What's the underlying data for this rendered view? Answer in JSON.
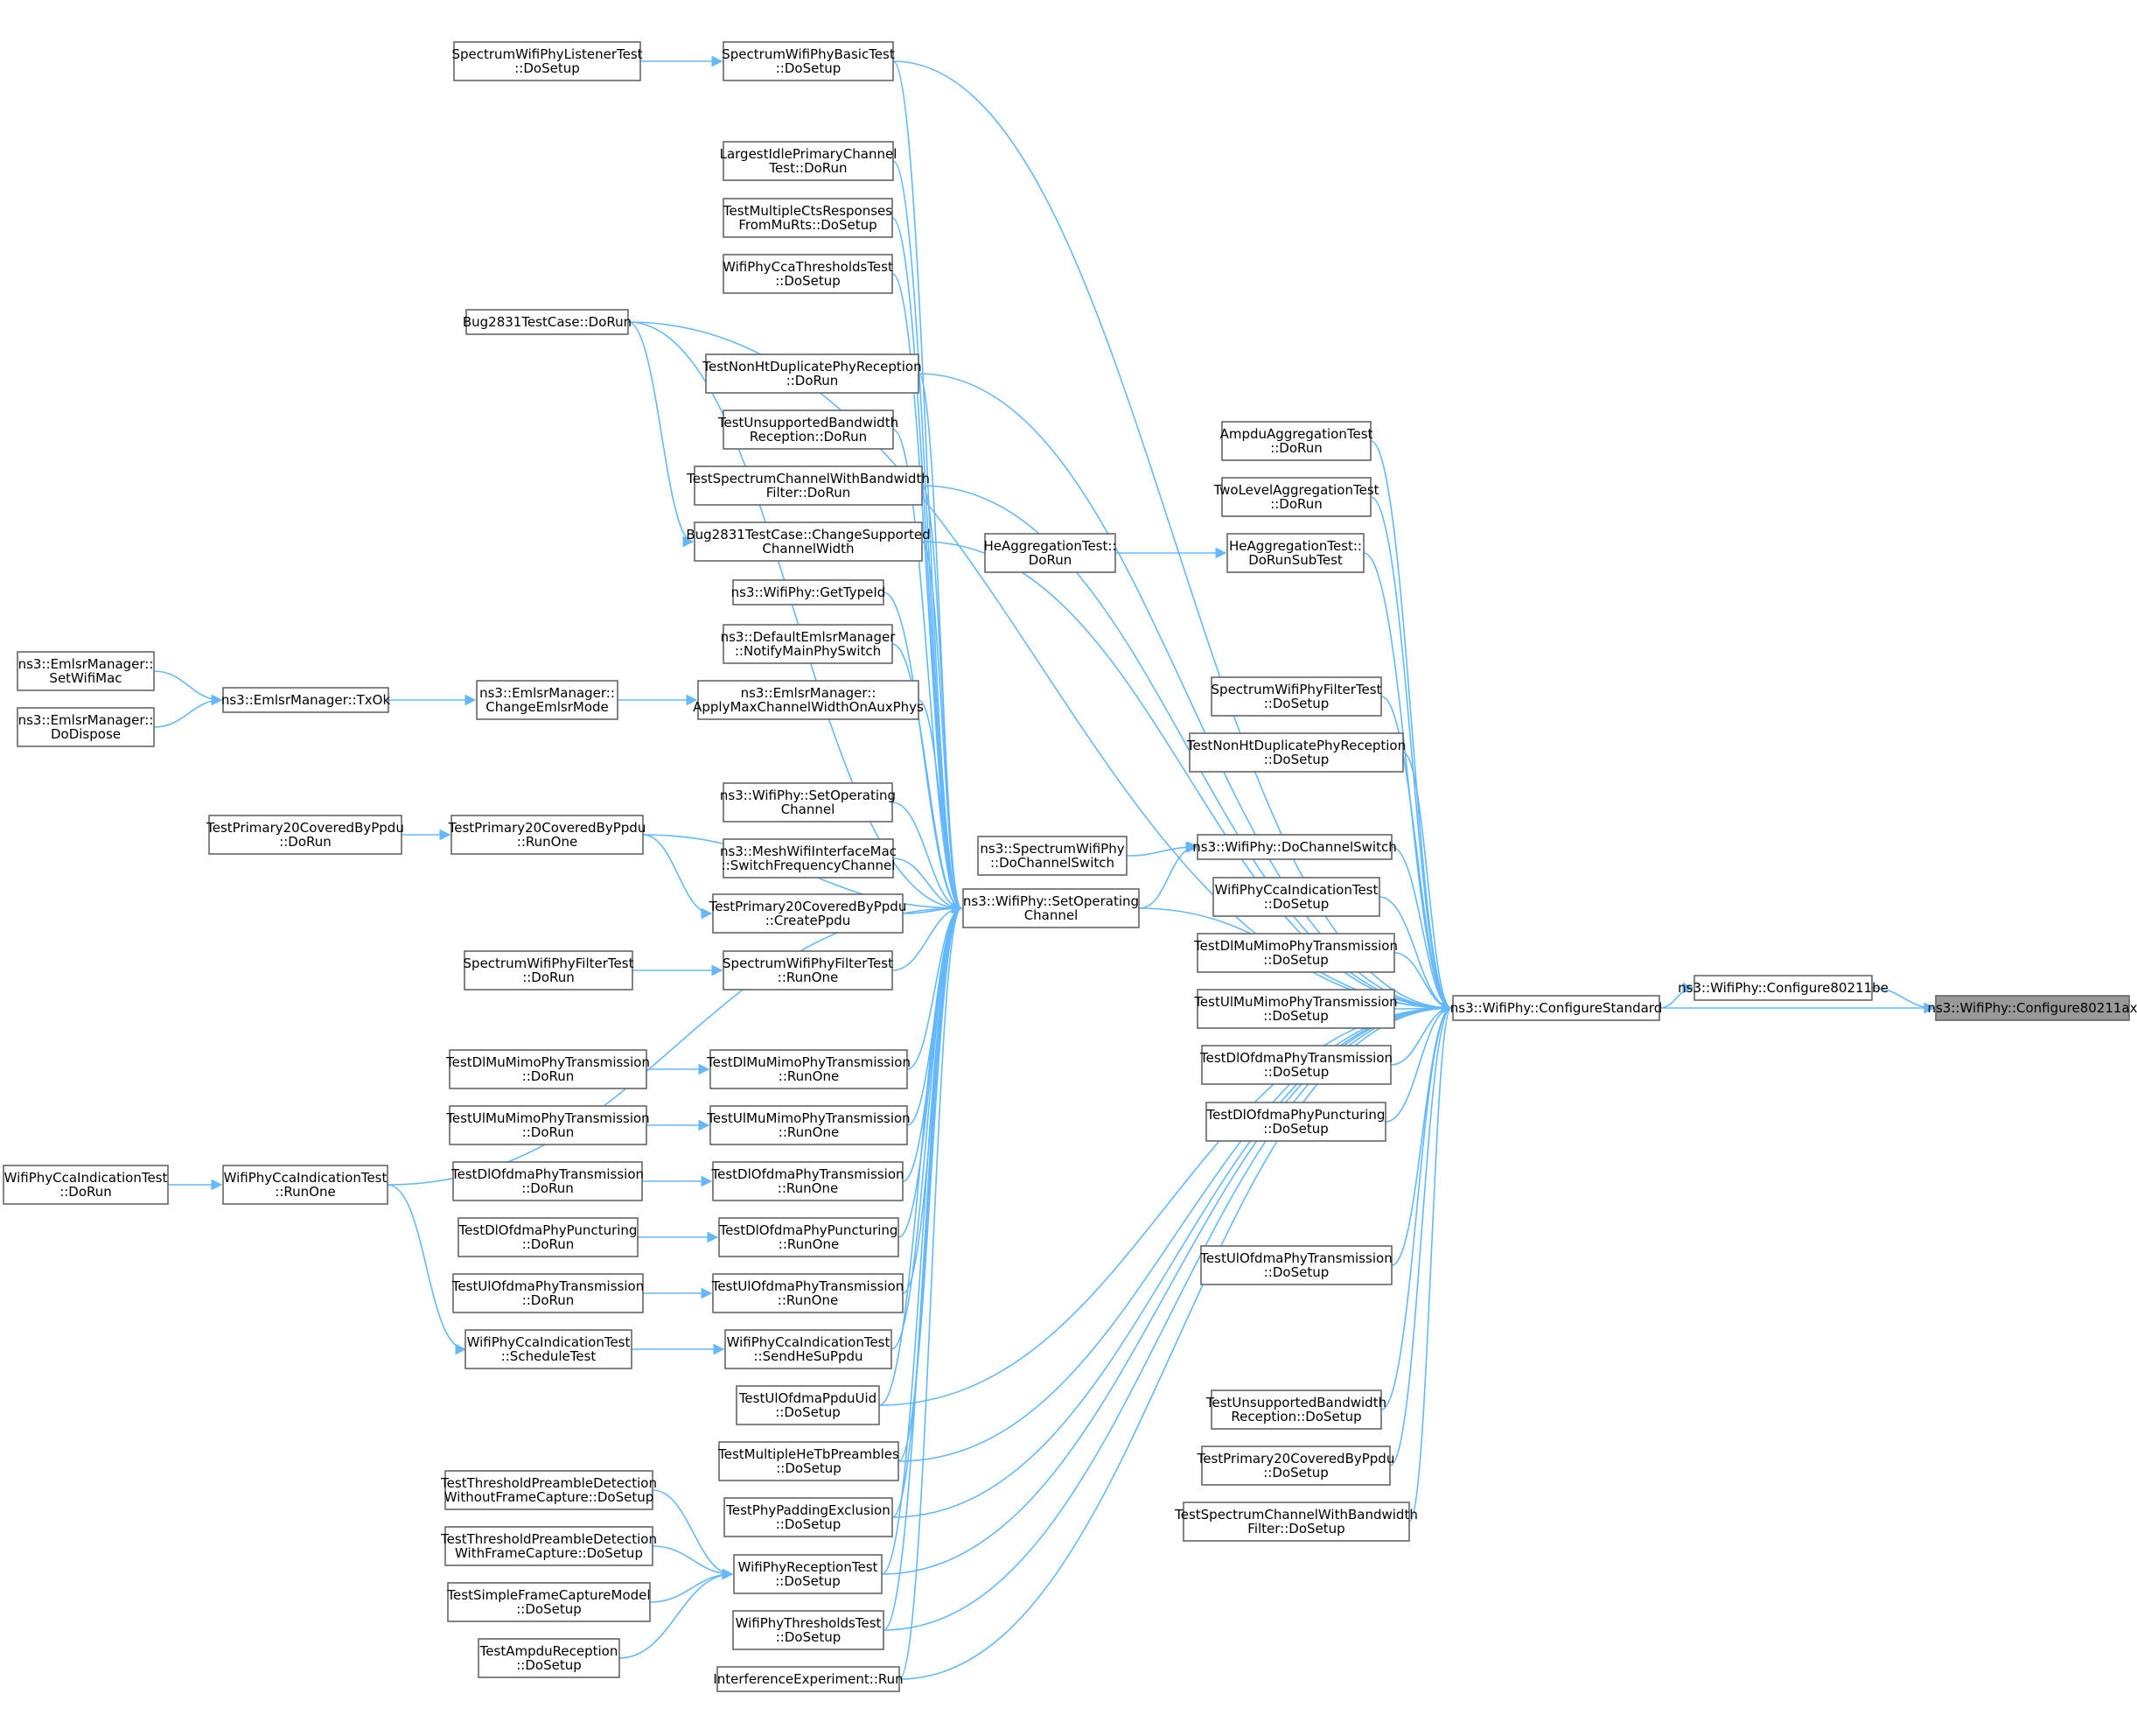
{
  "graph": {
    "root": "n_c11ax",
    "nodes": [
      {
        "id": "n_c11ax",
        "lines": [
          "ns3::WifiPhy::Configure80211ax"
        ],
        "root": true
      },
      {
        "id": "n_c11be",
        "lines": [
          "ns3::WifiPhy::Configure80211be"
        ]
      },
      {
        "id": "n_cstd",
        "lines": [
          "ns3::WifiPhy::ConfigureStandard"
        ]
      },
      {
        "id": "n_soc",
        "lines": [
          "ns3::WifiPhy::SetOperating",
          "Channel"
        ]
      },
      {
        "id": "n_dcs",
        "lines": [
          "ns3::WifiPhy::DoChannelSwitch"
        ]
      },
      {
        "id": "n_sdcs",
        "lines": [
          "ns3::SpectrumWifiPhy",
          "::DoChannelSwitch"
        ]
      },
      {
        "id": "n_ampdu",
        "lines": [
          "AmpduAggregationTest",
          "::DoRun"
        ]
      },
      {
        "id": "n_twolvl",
        "lines": [
          "TwoLevelAggregationTest",
          "::DoRun"
        ]
      },
      {
        "id": "n_heagsub",
        "lines": [
          "HeAggregationTest::",
          "DoRunSubTest"
        ]
      },
      {
        "id": "n_heag",
        "lines": [
          "HeAggregationTest::",
          "DoRun"
        ]
      },
      {
        "id": "n_spfilt_ds",
        "lines": [
          "SpectrumWifiPhyFilterTest",
          "::DoSetup"
        ]
      },
      {
        "id": "n_nonht_ds",
        "lines": [
          "TestNonHtDuplicatePhyReception",
          "::DoSetup"
        ]
      },
      {
        "id": "n_cca_ds",
        "lines": [
          "WifiPhyCcaIndicationTest",
          "::DoSetup"
        ]
      },
      {
        "id": "n_dlmimo_ds",
        "lines": [
          "TestDlMuMimoPhyTransmission",
          "::DoSetup"
        ]
      },
      {
        "id": "n_ulmimo_ds",
        "lines": [
          "TestUlMuMimoPhyTransmission",
          "::DoSetup"
        ]
      },
      {
        "id": "n_dlofdma_ds",
        "lines": [
          "TestDlOfdmaPhyTransmission",
          "::DoSetup"
        ]
      },
      {
        "id": "n_dlpunct_ds",
        "lines": [
          "TestDlOfdmaPhyPuncturing",
          "::DoSetup"
        ]
      },
      {
        "id": "n_ulofdma_ds",
        "lines": [
          "TestUlOfdmaPhyTransmission",
          "::DoSetup"
        ]
      },
      {
        "id": "n_unsup_ds",
        "lines": [
          "TestUnsupportedBandwidth",
          "Reception::DoSetup"
        ]
      },
      {
        "id": "n_p20_ds",
        "lines": [
          "TestPrimary20CoveredByPpdu",
          "::DoSetup"
        ]
      },
      {
        "id": "n_specbw_ds",
        "lines": [
          "TestSpectrumChannelWithBandwidth",
          "Filter::DoSetup"
        ]
      },
      {
        "id": "n_spbasic",
        "lines": [
          "SpectrumWifiPhyBasicTest",
          "::DoSetup"
        ]
      },
      {
        "id": "n_splisten",
        "lines": [
          "SpectrumWifiPhyListenerTest",
          "::DoSetup"
        ]
      },
      {
        "id": "n_largest",
        "lines": [
          "LargestIdlePrimaryChannel",
          "Test::DoRun"
        ]
      },
      {
        "id": "n_multcts",
        "lines": [
          "TestMultipleCtsResponses",
          "FromMuRts::DoSetup"
        ]
      },
      {
        "id": "n_ccathr",
        "lines": [
          "WifiPhyCcaThresholdsTest",
          "::DoSetup"
        ]
      },
      {
        "id": "n_bug_run",
        "lines": [
          "Bug2831TestCase::DoRun"
        ]
      },
      {
        "id": "n_nonht_run",
        "lines": [
          "TestNonHtDuplicatePhyReception",
          "::DoRun"
        ]
      },
      {
        "id": "n_unsup_run",
        "lines": [
          "TestUnsupportedBandwidth",
          "Reception::DoRun"
        ]
      },
      {
        "id": "n_specbw_run",
        "lines": [
          "TestSpectrumChannelWithBandwidth",
          "Filter::DoRun"
        ]
      },
      {
        "id": "n_bug_csw",
        "lines": [
          "Bug2831TestCase::ChangeSupported",
          "ChannelWidth"
        ]
      },
      {
        "id": "n_gettype",
        "lines": [
          "ns3::WifiPhy::GetTypeId"
        ]
      },
      {
        "id": "n_notify",
        "lines": [
          "ns3::DefaultEmlsrManager",
          "::NotifyMainPhySwitch"
        ]
      },
      {
        "id": "n_applymax",
        "lines": [
          "ns3::EmlsrManager::",
          "ApplyMaxChannelWidthOnAuxPhys"
        ]
      },
      {
        "id": "n_chgemlsr",
        "lines": [
          "ns3::EmlsrManager::",
          "ChangeEmlsrMode"
        ]
      },
      {
        "id": "n_txok",
        "lines": [
          "ns3::EmlsrManager::TxOk"
        ]
      },
      {
        "id": "n_setmac",
        "lines": [
          "ns3::EmlsrManager::",
          "SetWifiMac"
        ]
      },
      {
        "id": "n_dodispose",
        "lines": [
          "ns3::EmlsrManager::",
          "DoDispose"
        ]
      },
      {
        "id": "n_soc2",
        "lines": [
          "ns3::WifiPhy::SetOperating",
          "Channel"
        ]
      },
      {
        "id": "n_mesh",
        "lines": [
          "ns3::MeshWifiInterfaceMac",
          "::SwitchFrequencyChannel"
        ]
      },
      {
        "id": "n_p20_cp",
        "lines": [
          "TestPrimary20CoveredByPpdu",
          "::CreatePpdu"
        ]
      },
      {
        "id": "n_p20_ro",
        "lines": [
          "TestPrimary20CoveredByPpdu",
          "::RunOne"
        ]
      },
      {
        "id": "n_p20_run",
        "lines": [
          "TestPrimary20CoveredByPpdu",
          "::DoRun"
        ]
      },
      {
        "id": "n_spfilt_ro",
        "lines": [
          "SpectrumWifiPhyFilterTest",
          "::RunOne"
        ]
      },
      {
        "id": "n_spfilt_run",
        "lines": [
          "SpectrumWifiPhyFilterTest",
          "::DoRun"
        ]
      },
      {
        "id": "n_dlmimo_ro",
        "lines": [
          "TestDlMuMimoPhyTransmission",
          "::RunOne"
        ]
      },
      {
        "id": "n_dlmimo_run",
        "lines": [
          "TestDlMuMimoPhyTransmission",
          "::DoRun"
        ]
      },
      {
        "id": "n_ulmimo_ro",
        "lines": [
          "TestUlMuMimoPhyTransmission",
          "::RunOne"
        ]
      },
      {
        "id": "n_ulmimo_run",
        "lines": [
          "TestUlMuMimoPhyTransmission",
          "::DoRun"
        ]
      },
      {
        "id": "n_dlofdma_ro",
        "lines": [
          "TestDlOfdmaPhyTransmission",
          "::RunOne"
        ]
      },
      {
        "id": "n_dlofdma_run",
        "lines": [
          "TestDlOfdmaPhyTransmission",
          "::DoRun"
        ]
      },
      {
        "id": "n_dlpunct_ro",
        "lines": [
          "TestDlOfdmaPhyPuncturing",
          "::RunOne"
        ]
      },
      {
        "id": "n_dlpunct_run",
        "lines": [
          "TestDlOfdmaPhyPuncturing",
          "::DoRun"
        ]
      },
      {
        "id": "n_ulofdma_ro",
        "lines": [
          "TestUlOfdmaPhyTransmission",
          "::RunOne"
        ]
      },
      {
        "id": "n_ulofdma_run",
        "lines": [
          "TestUlOfdmaPhyTransmission",
          "::DoRun"
        ]
      },
      {
        "id": "n_cca_ro",
        "lines": [
          "WifiPhyCcaIndicationTest",
          "::RunOne"
        ]
      },
      {
        "id": "n_cca_run",
        "lines": [
          "WifiPhyCcaIndicationTest",
          "::DoRun"
        ]
      },
      {
        "id": "n_cca_st",
        "lines": [
          "WifiPhyCcaIndicationTest",
          "::ScheduleTest"
        ]
      },
      {
        "id": "n_cca_send",
        "lines": [
          "WifiPhyCcaIndicationTest",
          "::SendHeSuPpdu"
        ]
      },
      {
        "id": "n_ulpuid",
        "lines": [
          "TestUlOfdmaPpduUid",
          "::DoSetup"
        ]
      },
      {
        "id": "n_multhetb",
        "lines": [
          "TestMultipleHeTbPreambles",
          "::DoSetup"
        ]
      },
      {
        "id": "n_padding",
        "lines": [
          "TestPhyPaddingExclusion",
          "::DoSetup"
        ]
      },
      {
        "id": "n_recept",
        "lines": [
          "WifiPhyReceptionTest",
          "::DoSetup"
        ]
      },
      {
        "id": "n_thrtest",
        "lines": [
          "WifiPhyThresholdsTest",
          "::DoSetup"
        ]
      },
      {
        "id": "n_interf",
        "lines": [
          "InterferenceExperiment::Run"
        ]
      },
      {
        "id": "n_thr_wo",
        "lines": [
          "TestThresholdPreambleDetection",
          "WithoutFrameCapture::DoSetup"
        ]
      },
      {
        "id": "n_thr_w",
        "lines": [
          "TestThresholdPreambleDetection",
          "WithFrameCapture::DoSetup"
        ]
      },
      {
        "id": "n_simplefc",
        "lines": [
          "TestSimpleFrameCaptureModel",
          "::DoSetup"
        ]
      },
      {
        "id": "n_ampdurec",
        "lines": [
          "TestAmpduReception",
          "::DoSetup"
        ]
      }
    ],
    "edges": [
      [
        "n_c11be",
        "n_c11ax"
      ],
      [
        "n_cstd",
        "n_c11ax"
      ],
      [
        "n_cstd",
        "n_c11be"
      ],
      [
        "n_soc",
        "n_cstd"
      ],
      [
        "n_dcs",
        "n_cstd"
      ],
      [
        "n_sdcs",
        "n_dcs"
      ],
      [
        "n_dcs",
        "n_soc"
      ],
      [
        "n_ampdu",
        "n_cstd"
      ],
      [
        "n_twolvl",
        "n_cstd"
      ],
      [
        "n_heagsub",
        "n_cstd"
      ],
      [
        "n_heag",
        "n_heagsub"
      ],
      [
        "n_spfilt_ds",
        "n_cstd"
      ],
      [
        "n_nonht_ds",
        "n_cstd"
      ],
      [
        "n_cca_ds",
        "n_cstd"
      ],
      [
        "n_dlmimo_ds",
        "n_cstd"
      ],
      [
        "n_ulmimo_ds",
        "n_cstd"
      ],
      [
        "n_dlofdma_ds",
        "n_cstd"
      ],
      [
        "n_dlpunct_ds",
        "n_cstd"
      ],
      [
        "n_ulofdma_ds",
        "n_cstd"
      ],
      [
        "n_unsup_ds",
        "n_cstd"
      ],
      [
        "n_p20_ds",
        "n_cstd"
      ],
      [
        "n_specbw_ds",
        "n_cstd"
      ],
      [
        "n_spbasic",
        "n_cstd"
      ],
      [
        "n_bug_run",
        "n_cstd"
      ],
      [
        "n_nonht_run",
        "n_cstd"
      ],
      [
        "n_specbw_run",
        "n_cstd"
      ],
      [
        "n_bug_csw",
        "n_cstd"
      ],
      [
        "n_ulpuid",
        "n_cstd"
      ],
      [
        "n_multhetb",
        "n_cstd"
      ],
      [
        "n_padding",
        "n_cstd"
      ],
      [
        "n_recept",
        "n_cstd"
      ],
      [
        "n_thrtest",
        "n_cstd"
      ],
      [
        "n_interf",
        "n_cstd"
      ],
      [
        "n_splisten",
        "n_spbasic"
      ],
      [
        "n_spbasic",
        "n_soc"
      ],
      [
        "n_largest",
        "n_soc"
      ],
      [
        "n_multcts",
        "n_soc"
      ],
      [
        "n_ccathr",
        "n_soc"
      ],
      [
        "n_bug_run",
        "n_soc"
      ],
      [
        "n_nonht_run",
        "n_soc"
      ],
      [
        "n_unsup_run",
        "n_soc"
      ],
      [
        "n_specbw_run",
        "n_soc"
      ],
      [
        "n_bug_csw",
        "n_soc"
      ],
      [
        "n_bug_run",
        "n_bug_csw"
      ],
      [
        "n_gettype",
        "n_soc"
      ],
      [
        "n_notify",
        "n_soc"
      ],
      [
        "n_applymax",
        "n_soc"
      ],
      [
        "n_chgemlsr",
        "n_applymax"
      ],
      [
        "n_txok",
        "n_chgemlsr"
      ],
      [
        "n_setmac",
        "n_txok"
      ],
      [
        "n_dodispose",
        "n_txok"
      ],
      [
        "n_soc2",
        "n_soc"
      ],
      [
        "n_mesh",
        "n_soc"
      ],
      [
        "n_p20_cp",
        "n_soc"
      ],
      [
        "n_p20_ro",
        "n_p20_cp"
      ],
      [
        "n_p20_ro",
        "n_soc"
      ],
      [
        "n_p20_run",
        "n_p20_ro"
      ],
      [
        "n_spfilt_ro",
        "n_soc"
      ],
      [
        "n_spfilt_run",
        "n_spfilt_ro"
      ],
      [
        "n_dlmimo_ro",
        "n_soc"
      ],
      [
        "n_dlmimo_run",
        "n_dlmimo_ro"
      ],
      [
        "n_ulmimo_ro",
        "n_soc"
      ],
      [
        "n_ulmimo_run",
        "n_ulmimo_ro"
      ],
      [
        "n_dlofdma_ro",
        "n_soc"
      ],
      [
        "n_dlofdma_run",
        "n_dlofdma_ro"
      ],
      [
        "n_dlpunct_ro",
        "n_soc"
      ],
      [
        "n_dlpunct_run",
        "n_dlpunct_ro"
      ],
      [
        "n_ulofdma_ro",
        "n_soc"
      ],
      [
        "n_ulofdma_run",
        "n_ulofdma_ro"
      ],
      [
        "n_cca_ro",
        "n_soc"
      ],
      [
        "n_cca_run",
        "n_cca_ro"
      ],
      [
        "n_cca_st",
        "n_cca_ro"
      ],
      [
        "n_cca_st",
        "n_cca_send"
      ],
      [
        "n_cca_send",
        "n_soc"
      ],
      [
        "n_ulpuid",
        "n_soc"
      ],
      [
        "n_multhetb",
        "n_soc"
      ],
      [
        "n_padding",
        "n_soc"
      ],
      [
        "n_recept",
        "n_soc"
      ],
      [
        "n_thrtest",
        "n_soc"
      ],
      [
        "n_interf",
        "n_soc"
      ],
      [
        "n_thr_wo",
        "n_recept"
      ],
      [
        "n_thr_w",
        "n_recept"
      ],
      [
        "n_simplefc",
        "n_recept"
      ],
      [
        "n_ampdurec",
        "n_recept"
      ]
    ]
  }
}
